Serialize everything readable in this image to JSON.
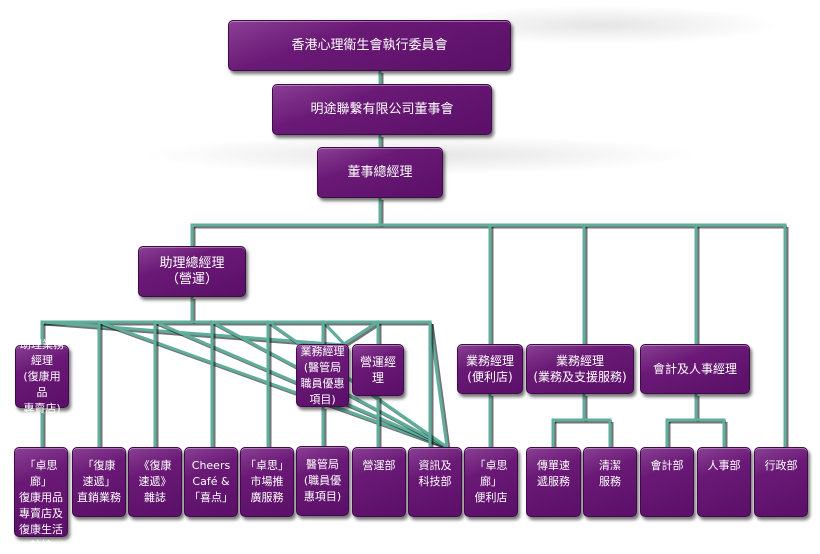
{
  "org_chart": {
    "colors": {
      "box": "#5a0f68",
      "box_highlight": "#8a3f94",
      "connector": "#5fae9c",
      "text": "#ffffff"
    },
    "level1": {
      "label": "香港心理衛生會執行委員會"
    },
    "level2": {
      "label": "明途聯繫有限公司董事會"
    },
    "level3": {
      "label": "董事總經理"
    },
    "level4": {
      "assistant_gm": {
        "label": "助理總經理\n（營運）"
      },
      "managers": [
        {
          "label": "業務經理\n(便利店)"
        },
        {
          "label": "業務經理\n(業務及支援服務)"
        },
        {
          "label": "會計及人事經理"
        }
      ]
    },
    "level5": [
      {
        "label": "助理業務\n經理\n(復康用品\n專賣店)"
      },
      {
        "label": "業務經理\n(醫管局\n職員優惠\n項目)"
      },
      {
        "label": "營運經理"
      }
    ],
    "departments": [
      {
        "label": "「卓思廊」\n復康用品\n專賣店及\n復康生活\n幹線"
      },
      {
        "label": "「復康\n速遞」\n直銷業務"
      },
      {
        "label": "《復康\n速遞》\n雜誌"
      },
      {
        "label": "Cheers\nCafé &\n「喜点」"
      },
      {
        "label": "「卓思」\n市場推\n廣服務"
      },
      {
        "label": "醫管局\n(職員優\n惠項目)"
      },
      {
        "label": "營運部"
      },
      {
        "label": "資訊及\n科技部"
      },
      {
        "label": "「卓思廊」\n便利店"
      },
      {
        "label": "傳單速\n遞服務"
      },
      {
        "label": "清潔\n服務"
      },
      {
        "label": "會計部"
      },
      {
        "label": "人事部"
      },
      {
        "label": "行政部"
      }
    ]
  }
}
